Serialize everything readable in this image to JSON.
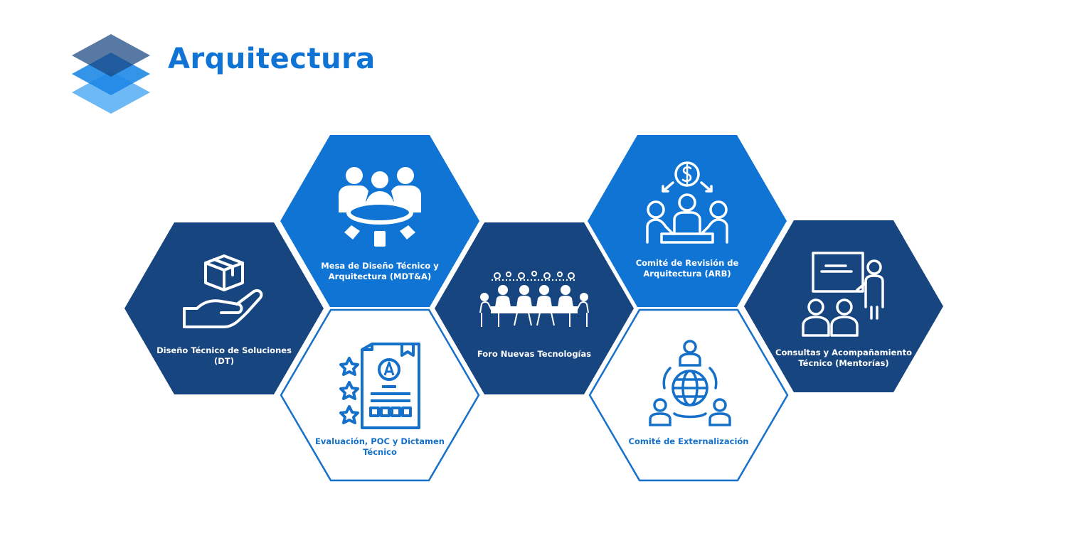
{
  "header": {
    "title": "Arquitectura",
    "logo_icon": "layers-icon"
  },
  "colors": {
    "dark": "#17457f",
    "mid": "#0f74d4",
    "light_fill": "#ffffff",
    "light_stroke": "#1570c9",
    "logo_top": "#17457f",
    "logo_mid": "#1e88e5",
    "logo_bottom": "#64b5f6"
  },
  "hexagons": [
    {
      "label": "Diseño Técnico de Soluciones (DT)",
      "icon": "hand-holding-box-icon",
      "style": "dark"
    },
    {
      "label": "Mesa de Diseño Técnico y Arquitectura (MDT&A)",
      "icon": "round-table-meeting-icon",
      "style": "mid"
    },
    {
      "label": "Evaluación, POC y Dictamen Técnico",
      "icon": "graded-document-stars-icon",
      "style": "light"
    },
    {
      "label": "Foro Nuevas Tecnologías",
      "icon": "team-meeting-table-icon",
      "style": "dark"
    },
    {
      "label": "Comité de Revisión de Arquitectura (ARB)",
      "icon": "committee-budget-icon",
      "style": "mid"
    },
    {
      "label": "Comité de Externalización",
      "icon": "global-network-people-icon",
      "style": "light"
    },
    {
      "label": "Consultas y Acompañamiento Técnico (Mentorías)",
      "icon": "mentor-presentation-icon",
      "style": "dark"
    }
  ]
}
